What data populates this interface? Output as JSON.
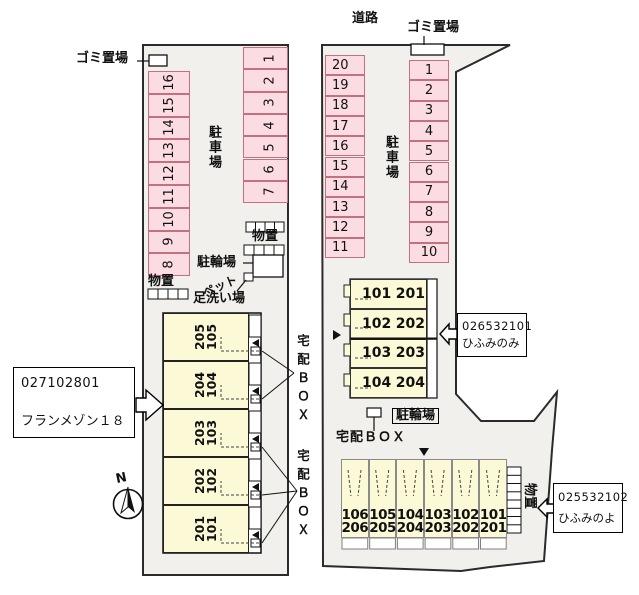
{
  "labels": {
    "road": "道路",
    "garbage": "ゴミ置場",
    "parking_lot": "駐車場",
    "storage": "物置",
    "bicycle_parking": "駐輪場",
    "pet_wash_line1": "ペット",
    "pet_wash_line2": "足洗い場",
    "delivery_box": "宅配ＢＯＸ",
    "compass_north": "N"
  },
  "callouts": {
    "west_building": {
      "code": "027102801",
      "name": "フランメゾン１８"
    },
    "east_building": {
      "code": "026532101",
      "name": "ひふみのみ"
    },
    "south_building": {
      "code": "025532102",
      "name": "ひふみのよ"
    }
  },
  "parking": {
    "west_lot": {
      "west_column": [
        "16",
        "15",
        "14",
        "13",
        "12",
        "11",
        "10",
        "9",
        "8"
      ],
      "east_column": [
        "1",
        "2",
        "3",
        "4",
        "5",
        "6",
        "7"
      ]
    },
    "east_lot": {
      "west_column": [
        "20",
        "19",
        "18",
        "17",
        "16",
        "15",
        "14",
        "13",
        "12",
        "11"
      ],
      "east_column": [
        "1",
        "2",
        "3",
        "4",
        "5",
        "6",
        "7",
        "8",
        "9",
        "10"
      ]
    }
  },
  "buildings": {
    "west": {
      "units": [
        [
          "205",
          "105"
        ],
        [
          "204",
          "104"
        ],
        [
          "203",
          "103"
        ],
        [
          "202",
          "102"
        ],
        [
          "201",
          "101"
        ]
      ]
    },
    "east": {
      "units": [
        [
          "101",
          "201"
        ],
        [
          "102",
          "202"
        ],
        [
          "103",
          "203"
        ],
        [
          "104",
          "204"
        ]
      ]
    },
    "south": {
      "units": [
        [
          "106",
          "206"
        ],
        [
          "105",
          "205"
        ],
        [
          "104",
          "204"
        ],
        [
          "103",
          "203"
        ],
        [
          "102",
          "202"
        ],
        [
          "101",
          "201"
        ]
      ]
    }
  },
  "colors": {
    "stall_fill": "#fbdce2",
    "stall_border": "#c4717f",
    "building_fill": "#fbf9d6",
    "site_fill": "#f1f0ed"
  }
}
